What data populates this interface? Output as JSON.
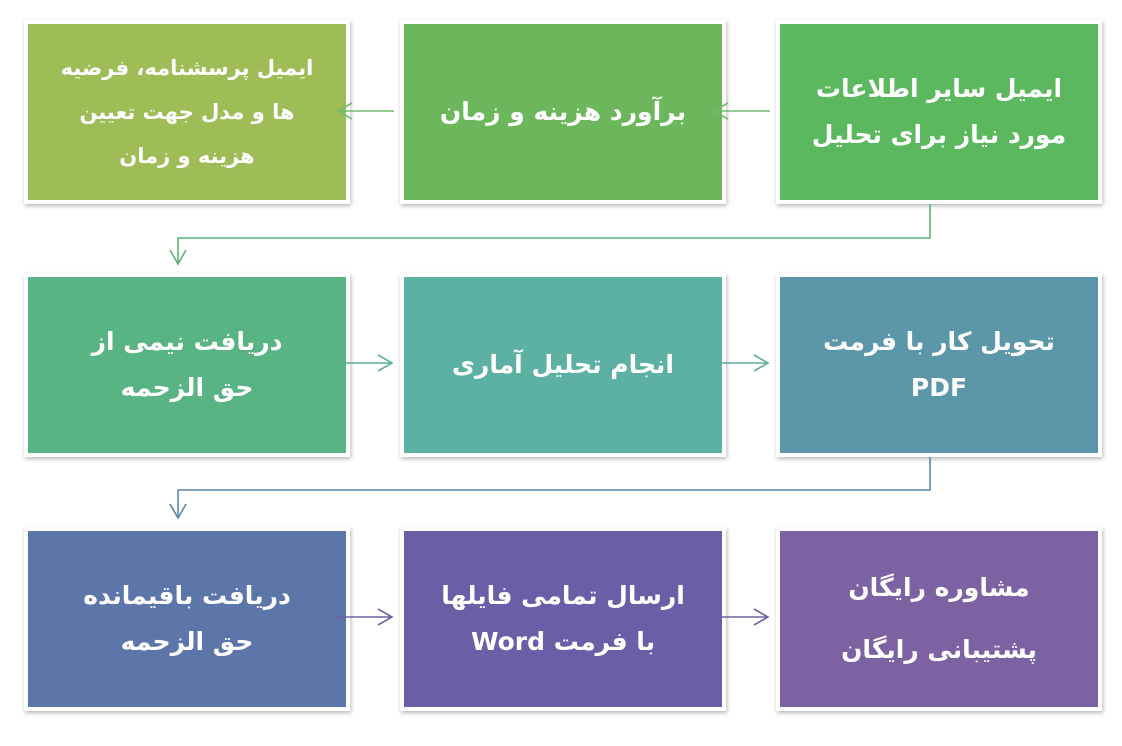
{
  "steps": [
    {
      "lines": [
        "ایمیل سایر اطلاعات",
        "مورد نیاز برای تحلیل"
      ],
      "color": "#5cb85f"
    },
    {
      "lines": [
        "برآورد هزینه و زمان"
      ],
      "color": "#6cb75c"
    },
    {
      "lines": [
        "ایمیل پرسشنامه، فرضیه",
        "ها و مدل جهت تعیین",
        "هزینه و زمان"
      ],
      "color": "#9ebd57"
    },
    {
      "lines": [
        "تحویل کار با فرمت",
        "PDF"
      ],
      "color": "#5b96a9"
    },
    {
      "lines": [
        "انجام تحلیل آماری"
      ],
      "color": "#5cb0a4"
    },
    {
      "lines": [
        "دریافت نیمی از",
        "حق الزحمه"
      ],
      "color": "#58b483"
    },
    {
      "lines": [
        "مشاوره رایگان",
        "پشتیبانی رایگان"
      ],
      "color": "#7c62a3"
    },
    {
      "lines": [
        "ارسال تمامی فایلها",
        "با فرمت Word"
      ],
      "color": "#6a5ea6"
    },
    {
      "lines": [
        "دریافت باقیمانده",
        "حق الزحمه"
      ],
      "color": "#5d76a9"
    }
  ],
  "arrow_colors": {
    "row1": "#72bc6a",
    "row2": "#5cae98",
    "row3": "#6a63a4",
    "turn1": "#5cb474",
    "turn2": "#5b86a8"
  }
}
